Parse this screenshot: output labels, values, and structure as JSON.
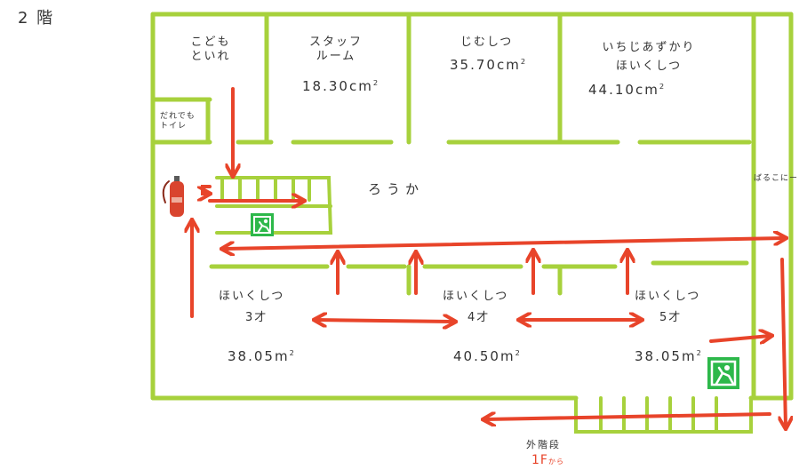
{
  "floor_title": "2 階",
  "rooms": {
    "toilet_kids": "こども\nといれ",
    "staff_room": "スタッフ\nルーム",
    "staff_area": "18.30cm",
    "office": "じむしつ",
    "office_area": "35.70cm",
    "temp_care": "いちじあずかり\nほいくしつ",
    "temp_care_area": "44.10cm",
    "accessible_toilet": "だれでも\nトイレ",
    "corridor": "ろうか",
    "balcony": "ばるこにー",
    "room3_name": "ほいくしつ",
    "room3_age": "3才",
    "room3_area": "38.05m",
    "room4_name": "ほいくしつ",
    "room4_age": "4才",
    "room4_area": "40.50m",
    "room5_name": "ほいくしつ",
    "room5_age": "5才",
    "room5_area": "38.05m",
    "squared": "2"
  },
  "exterior_stairs": {
    "label": "外階段",
    "from_floor": "1F",
    "from_suffix": "から"
  },
  "colors": {
    "wall": "#a7d13c",
    "arrow": "#e8442a",
    "exit_sign": "#2db84a",
    "extinguisher": "#d9442e",
    "text": "#333333"
  },
  "icons": [
    "fire-extinguisher-icon",
    "emergency-exit-icon",
    "evacuation-arrow-icon"
  ]
}
